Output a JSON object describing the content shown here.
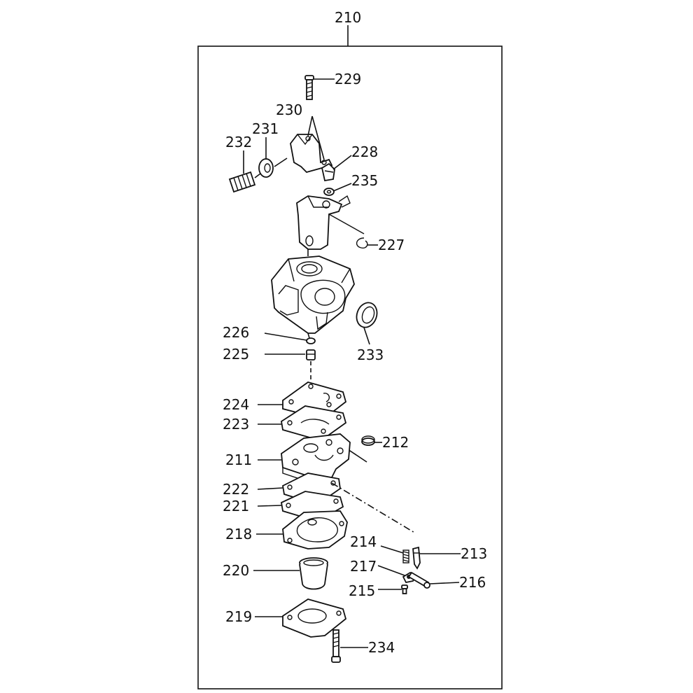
{
  "assembly_label": "210",
  "parts": {
    "p229": "229",
    "p230": "230",
    "p231": "231",
    "p232": "232",
    "p228": "228",
    "p235": "235",
    "p227": "227",
    "p226": "226",
    "p225": "225",
    "p233": "233",
    "p224": "224",
    "p223": "223",
    "p212": "212",
    "p211": "211",
    "p222": "222",
    "p221": "221",
    "p218": "218",
    "p214": "214",
    "p213": "213",
    "p217": "217",
    "p216": "216",
    "p215": "215",
    "p220": "220",
    "p219": "219",
    "p234": "234"
  }
}
